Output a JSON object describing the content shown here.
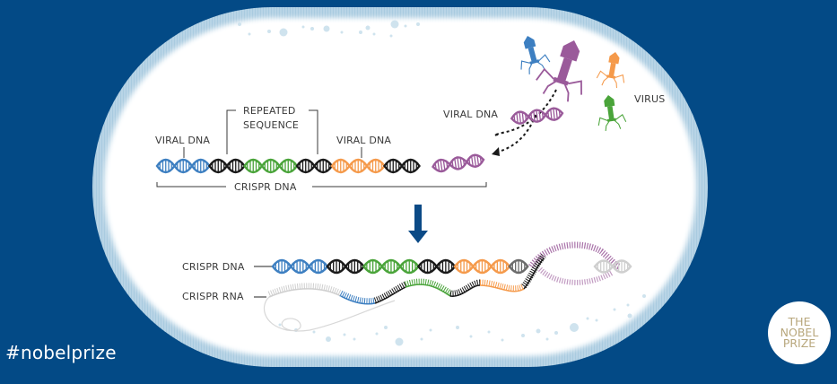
{
  "colors": {
    "background": "#034a86",
    "cell_fill": "#ffffff",
    "cell_rim": "#a9cbe0",
    "bubble": "#cfe3ee",
    "text": "#3a3a3a",
    "arrow": "#0b4a86",
    "dna_blue": "#3d7fc1",
    "dna_black": "#1a1a1a",
    "dna_green": "#4aa43a",
    "dna_orange": "#f59a4b",
    "dna_purple": "#9a5a9a",
    "dna_grey": "#6b6b6b",
    "dna_lightgrey": "#cfcfcf",
    "badge_text": "#b8a77c"
  },
  "labels": {
    "repeated_sequence_line1": "REPEATED",
    "repeated_sequence_line2": "SEQUENCE",
    "viral_dna_left": "VIRAL DNA",
    "viral_dna_middle": "VIRAL DNA",
    "viral_dna_incoming": "VIRAL DNA",
    "virus": "VIRUS",
    "crispr_dna_bracket": "CRISPR DNA",
    "crispr_dna_lower": "CRISPR DNA",
    "crispr_rna": "CRISPR RNA"
  },
  "crispr_array_top": [
    "blue",
    "blue",
    "blue",
    "black",
    "black",
    "green",
    "green",
    "green",
    "black",
    "black",
    "orange",
    "orange",
    "orange",
    "black",
    "black"
  ],
  "crispr_array_bottom": [
    "blue",
    "blue",
    "blue",
    "black",
    "black",
    "green",
    "green",
    "green",
    "black",
    "black",
    "orange",
    "orange",
    "orange",
    "grey"
  ],
  "crispr_rna_segments": [
    "lightgrey",
    "blue",
    "black",
    "green",
    "black",
    "orange",
    "black"
  ],
  "viruses": [
    {
      "color": "blue",
      "size": "small"
    },
    {
      "color": "purple",
      "size": "large"
    },
    {
      "color": "orange",
      "size": "small"
    },
    {
      "color": "green",
      "size": "small"
    }
  ],
  "footer": {
    "hashtag": "#nobelprize",
    "badge_line1": "THE",
    "badge_line2": "NOBEL",
    "badge_line3": "PRIZE"
  }
}
